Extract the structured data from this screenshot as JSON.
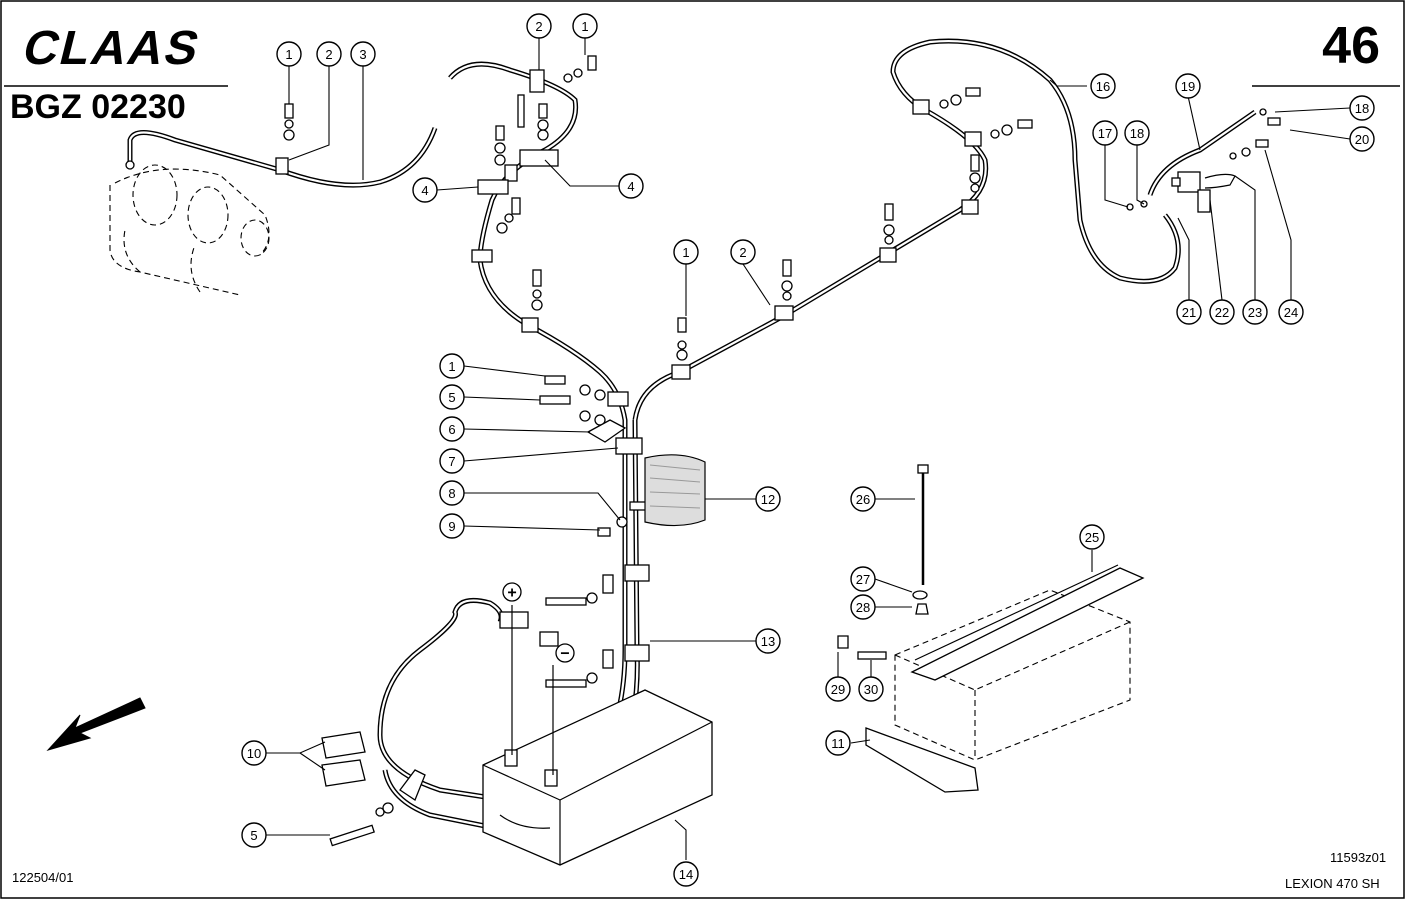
{
  "brand": "CLAAS",
  "page_number": "46",
  "diagram_code": "BGZ 02230",
  "figure_number": "11593z01",
  "model": "LEXION 470 SH",
  "doc_code": "122504/01",
  "terminal_plus": "+",
  "terminal_minus": "−",
  "callouts": [
    {
      "id": "c1a",
      "label": "1"
    },
    {
      "id": "c2a",
      "label": "2"
    },
    {
      "id": "c3",
      "label": "3"
    },
    {
      "id": "c2b",
      "label": "2"
    },
    {
      "id": "c1b",
      "label": "1"
    },
    {
      "id": "c4a",
      "label": "4"
    },
    {
      "id": "c4b",
      "label": "4"
    },
    {
      "id": "c16",
      "label": "16"
    },
    {
      "id": "c19",
      "label": "19"
    },
    {
      "id": "c18a",
      "label": "18"
    },
    {
      "id": "c20",
      "label": "20"
    },
    {
      "id": "c17",
      "label": "17"
    },
    {
      "id": "c18b",
      "label": "18"
    },
    {
      "id": "c1c",
      "label": "1"
    },
    {
      "id": "c2c",
      "label": "2"
    },
    {
      "id": "c21",
      "label": "21"
    },
    {
      "id": "c22",
      "label": "22"
    },
    {
      "id": "c23",
      "label": "23"
    },
    {
      "id": "c24",
      "label": "24"
    },
    {
      "id": "c1d",
      "label": "1"
    },
    {
      "id": "c5a",
      "label": "5"
    },
    {
      "id": "c6",
      "label": "6"
    },
    {
      "id": "c7",
      "label": "7"
    },
    {
      "id": "c8",
      "label": "8"
    },
    {
      "id": "c9",
      "label": "9"
    },
    {
      "id": "c12",
      "label": "12"
    },
    {
      "id": "c26",
      "label": "26"
    },
    {
      "id": "c25",
      "label": "25"
    },
    {
      "id": "c27",
      "label": "27"
    },
    {
      "id": "c28",
      "label": "28"
    },
    {
      "id": "c13",
      "label": "13"
    },
    {
      "id": "c29",
      "label": "29"
    },
    {
      "id": "c30",
      "label": "30"
    },
    {
      "id": "c11",
      "label": "11"
    },
    {
      "id": "c10",
      "label": "10"
    },
    {
      "id": "c5b",
      "label": "5"
    },
    {
      "id": "c14",
      "label": "14"
    }
  ]
}
